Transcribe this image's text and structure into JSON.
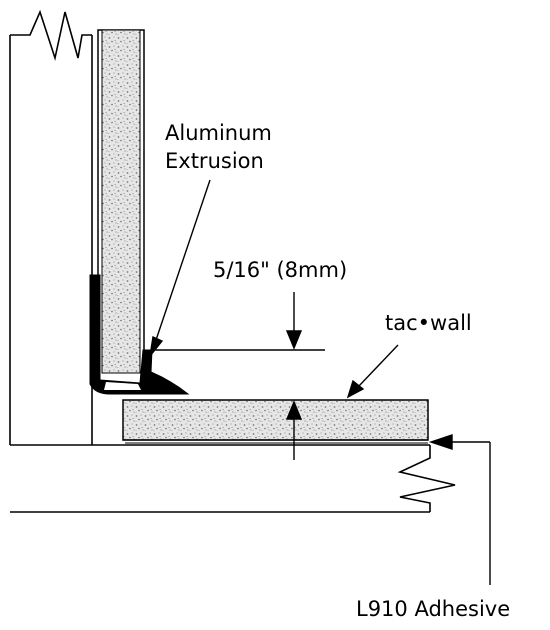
{
  "labels": {
    "extrusion_line1": "Aluminum",
    "extrusion_line2": "Extrusion",
    "gap_dimension": "5/16\" (8mm)",
    "tacwall": "tac•wall",
    "adhesive": "L910 Adhesive"
  },
  "colors": {
    "line": "#000000",
    "panel_fill": "#e4e4e4",
    "panel_speckle": "#8a8a8a",
    "background": "#ffffff"
  }
}
